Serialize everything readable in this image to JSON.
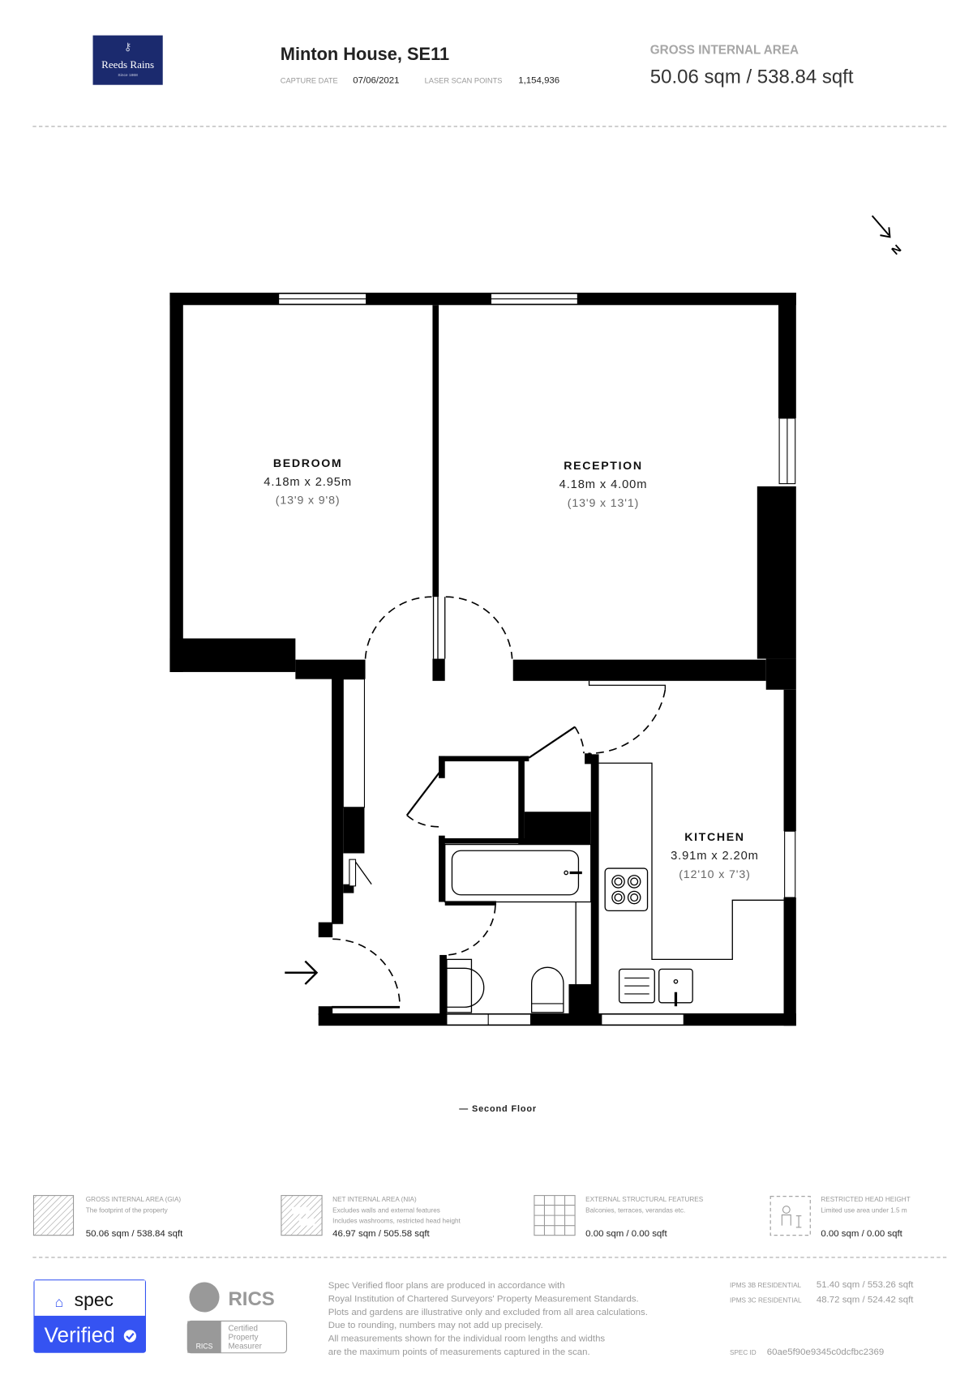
{
  "header": {
    "logo_text": "Reeds Rains",
    "logo_subtext": "Since 1868",
    "title": "Minton House, SE11",
    "capture_date_label": "CAPTURE DATE",
    "capture_date": "07/06/2021",
    "scan_points_label": "LASER SCAN POINTS",
    "scan_points": "1,154,936",
    "gia_label": "GROSS INTERNAL AREA",
    "gia_value": "50.06 sqm / 538.84 sqft"
  },
  "north_label": "N",
  "rooms": [
    {
      "name": "BEDROOM",
      "metric": "4.18m x 2.95m",
      "imperial": "(13'9 x 9'8)"
    },
    {
      "name": "RECEPTION",
      "metric": "4.18m x 4.00m",
      "imperial": "(13'9 x 13'1)"
    },
    {
      "name": "KITCHEN",
      "metric": "3.91m x 2.20m",
      "imperial": "(12'10 x 7'3)"
    }
  ],
  "floor_label": "— Second Floor",
  "legend": [
    {
      "icon": "hatched-square-icon",
      "title": "GROSS INTERNAL AREA (GIA)",
      "desc": [
        "The footprint of the property"
      ],
      "value": "50.06 sqm / 538.84 sqft"
    },
    {
      "icon": "hatched-plan-icon",
      "title": "NET INTERNAL AREA (NIA)",
      "desc": [
        "Excludes walls and external features",
        "Includes washrooms, restricted head height"
      ],
      "value": "46.97 sqm / 505.58 sqft"
    },
    {
      "icon": "grid-icon",
      "title": "EXTERNAL STRUCTURAL FEATURES",
      "desc": [
        "Balconies, terraces, verandas etc."
      ],
      "value": "0.00 sqm / 0.00 sqft"
    },
    {
      "icon": "person-height-icon",
      "title": "RESTRICTED HEAD HEIGHT",
      "desc": [
        "Limited use area under 1.5 m"
      ],
      "value": "0.00 sqm / 0.00 sqft"
    }
  ],
  "badge": {
    "brand": "spec",
    "verified": "Verified",
    "rics": "RICS",
    "certified": [
      "Certified",
      "Property",
      "Measurer"
    ],
    "accent": "#3553f2"
  },
  "disclaimer": [
    "Spec Verified floor plans are produced in accordance with",
    "Royal Institution of Chartered Surveyors' Property Measurement Standards.",
    "Plots and gardens are illustrative only and excluded from all area calculations.",
    "Due to rounding, numbers may not add up precisely.",
    "All measurements shown for the individual room lengths and widths",
    "are the maximum points of measurements captured in the scan."
  ],
  "ipms": [
    {
      "label": "IPMS 3B RESIDENTIAL",
      "value": "51.40 sqm / 553.26 sqft"
    },
    {
      "label": "IPMS 3C RESIDENTIAL",
      "value": "48.72 sqm / 524.42 sqft"
    }
  ],
  "spec_id_label": "SPEC ID",
  "spec_id": "60ae5f90e9345c0dcfbc2369"
}
